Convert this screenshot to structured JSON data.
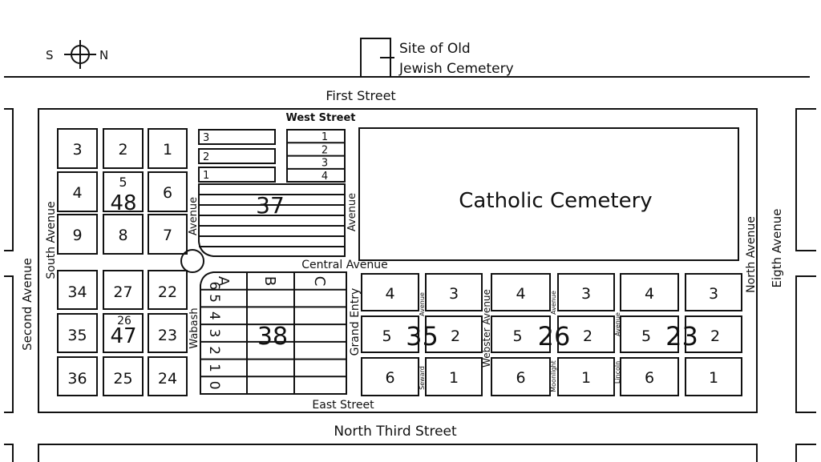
{
  "compass": {
    "south": "S",
    "north": "N"
  },
  "jewish_cemetery": {
    "line1": "Site of Old",
    "line2": "Jewish Cemetery"
  },
  "streets": {
    "first": "First Street",
    "west": "West Street",
    "central": "Central Avenue",
    "east": "East Street",
    "north_third": "North Third Street",
    "second_avenue": "Second Avenue",
    "south_avenue": "South Avenue",
    "eigth_avenue": "Eigth Avenue",
    "north_avenue": "North Avenue",
    "avenue_left": "Avenue",
    "avenue_right": "Avenue",
    "wabash": "Wabash",
    "grand_entry": "Grand Entry",
    "seward": "Seward",
    "seward_avenue": "Avenue",
    "webster": "Webster Avenue",
    "moonlight": "Moonlight",
    "moonlight_avenue": "Avenue",
    "lincoln": "Lincoln",
    "lincoln_avenue": "Avenue"
  },
  "catholic_cemetery": "Catholic Cemetery",
  "section_48": {
    "number": "48",
    "blocks": [
      "3",
      "2",
      "1",
      "4",
      "5",
      "6",
      "9",
      "8",
      "7"
    ]
  },
  "section_47": {
    "number": "47",
    "overlay": "26",
    "blocks": [
      "34",
      "27",
      "22",
      "35",
      "",
      "23",
      "36",
      "25",
      "24"
    ]
  },
  "section_37": {
    "number": "37",
    "left_strips": [
      "3",
      "2",
      "1"
    ],
    "right_strips": [
      "1",
      "2",
      "3",
      "4"
    ]
  },
  "section_38": {
    "number": "38",
    "columns": [
      "A",
      "B",
      "C"
    ],
    "rows": [
      "6",
      "5",
      "4",
      "3",
      "2",
      "1",
      "0"
    ]
  },
  "section_35": {
    "number": "35",
    "blocks": [
      "4",
      "3",
      "5",
      "2",
      "6",
      "1"
    ]
  },
  "section_26": {
    "number": "26",
    "blocks": [
      "4",
      "3",
      "5",
      "2",
      "6",
      "1"
    ]
  },
  "section_23": {
    "number": "23",
    "blocks": [
      "4",
      "3",
      "5",
      "2",
      "6",
      "1"
    ]
  }
}
